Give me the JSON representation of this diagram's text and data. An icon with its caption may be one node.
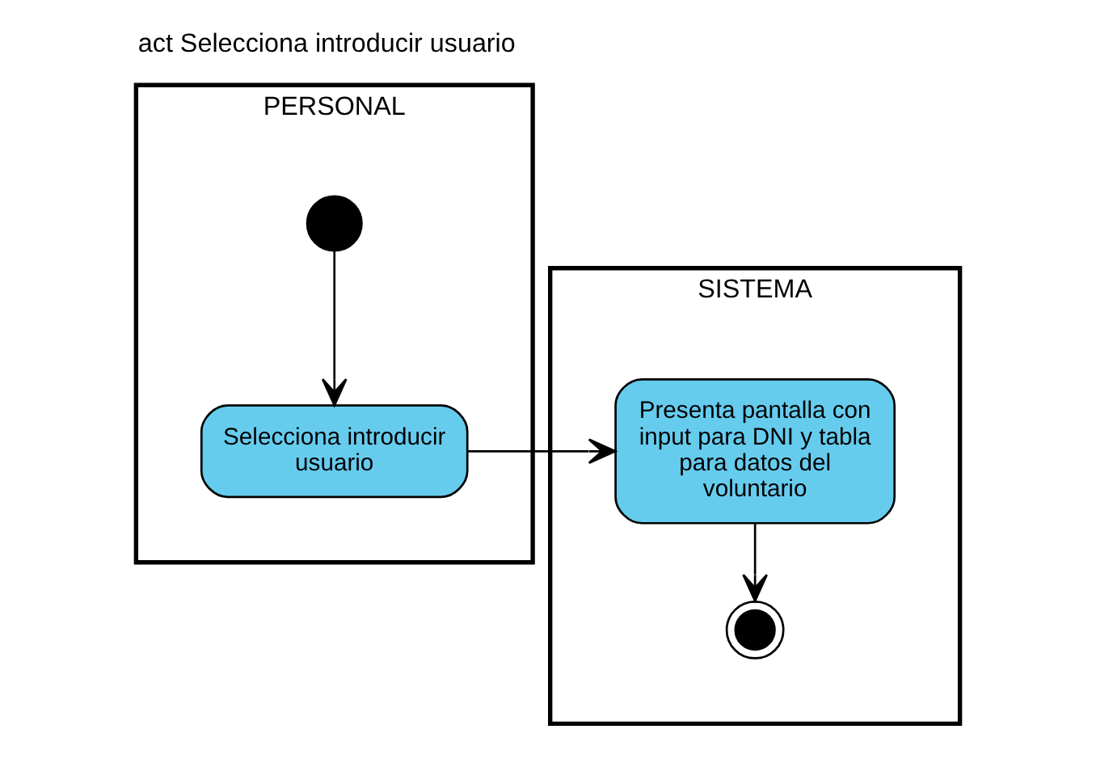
{
  "diagram": {
    "title": "act Selecciona introducir usuario",
    "nodes": [
      {
        "text": [
          "PERSONAL"
        ]
      },
      {
        "text": [
          "SISTEMA"
        ]
      },
      {
        "text": [],
        "shape": "circle",
        "in": 0
      },
      {
        "text": [
          "Selecciona introducir usuario"
        ],
        "in": 0
      },
      {
        "text": [
          "Presenta pantalla con input para DNI y tabla para datos del voluntario"
        ],
        "in": 1
      },
      {
        "text": [],
        "shape": "bullseye",
        "in": 1
      }
    ],
    "edges": [
      {
        "from": 2,
        "to": 3,
        "arrow": "to"
      },
      {
        "from": 3,
        "to": 4,
        "arrow": "to"
      },
      {
        "from": 4,
        "to": 5,
        "arrow": "to"
      }
    ]
  }
}
